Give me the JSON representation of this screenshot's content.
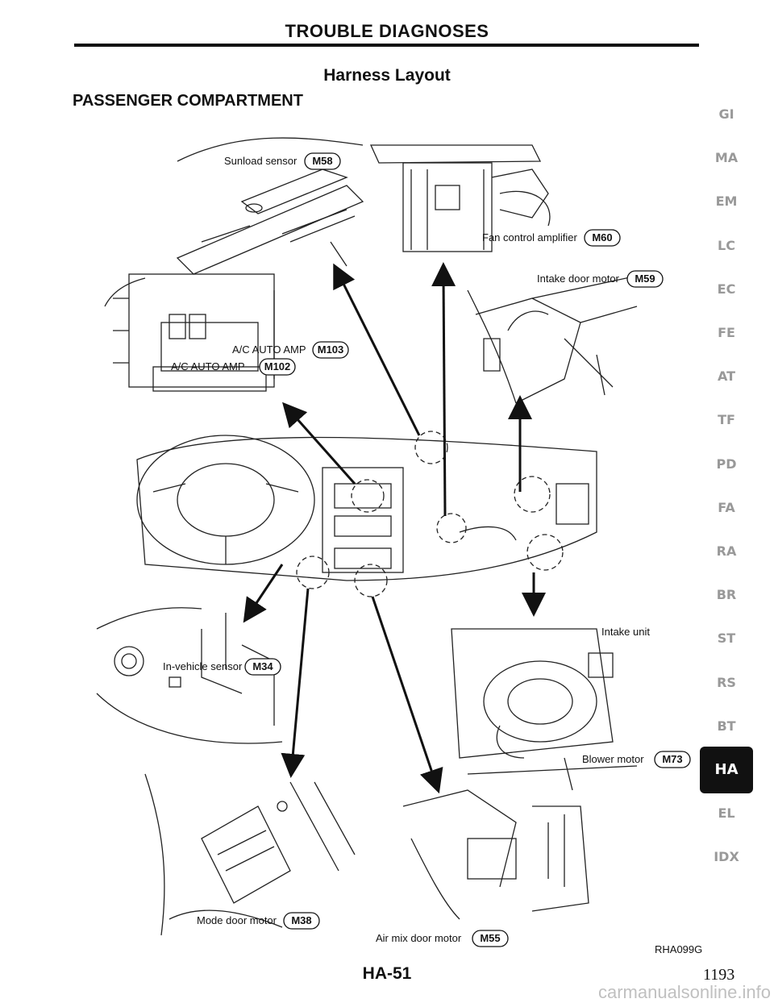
{
  "header": {
    "title": "TROUBLE DIAGNOSES",
    "subtitle": "Harness Layout"
  },
  "section_label": "PASSENGER COMPARTMENT",
  "components": [
    {
      "label": "Sunload sensor",
      "code": "M58"
    },
    {
      "label": "Fan control amplifier",
      "code": "M60"
    },
    {
      "label": "Intake door motor",
      "code": "M59"
    },
    {
      "label": "A/C AUTO AMP",
      "code": "M103"
    },
    {
      "label": "A/C AUTO AMP",
      "code": "M102"
    },
    {
      "label": "In-vehicle sensor",
      "code": "M34"
    },
    {
      "label": "Intake unit",
      "code": ""
    },
    {
      "label": "Blower motor",
      "code": "M73"
    },
    {
      "label": "Mode door motor",
      "code": "M38"
    },
    {
      "label": "Air mix door motor",
      "code": "M55"
    }
  ],
  "figure_id": "RHA099G",
  "page_number": "HA-51",
  "folio": "1193",
  "side_tabs": [
    "GI",
    "MA",
    "EM",
    "LC",
    "EC",
    "FE",
    "AT",
    "TF",
    "PD",
    "FA",
    "RA",
    "BR",
    "ST",
    "RS",
    "BT",
    "HA",
    "EL",
    "IDX"
  ],
  "active_tab": "HA",
  "watermark": "carmanualsonline.info"
}
